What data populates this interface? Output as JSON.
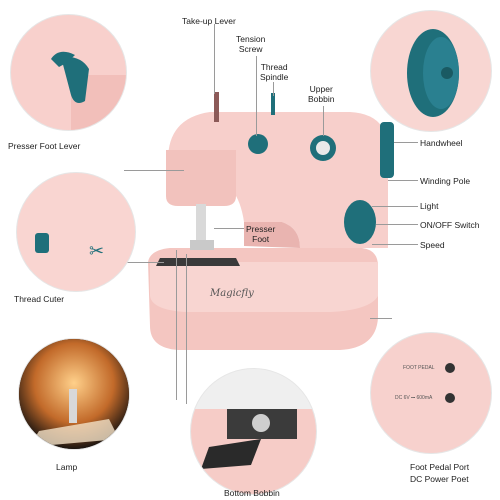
{
  "brand": "Magicfly",
  "labels": {
    "take_up_lever": "Take-up Lever",
    "tension_screw": "Tension\nScrew",
    "thread_spindle": "Thread\nSpindle",
    "upper_bobbin": "Upper\nBobbin",
    "handwheel": "Handwheel",
    "winding_pole": "Winding Pole",
    "light": "Light",
    "on_off_switch": "ON/OFF Switch",
    "speed": "Speed",
    "presser_foot_lever": "Presser Foot Lever",
    "presser_foot": "Presser\nFoot",
    "thread_cuter": "Thread Cuter",
    "lamp": "Lamp",
    "bottom_bobbin": "Bottom Bobbin",
    "foot_pedal_port": "Foot Pedal Port",
    "dc_power_poet": "DC Power Poet"
  },
  "port_labels": {
    "foot_pedal": "FOOT PEDAL",
    "dc": "DC 6V ⎓ 600mA"
  },
  "colors": {
    "machine_pink": "#f7cfcb",
    "machine_shade": "#e9b4b0",
    "teal": "#1f6f7a",
    "line": "#9a9a9a"
  }
}
